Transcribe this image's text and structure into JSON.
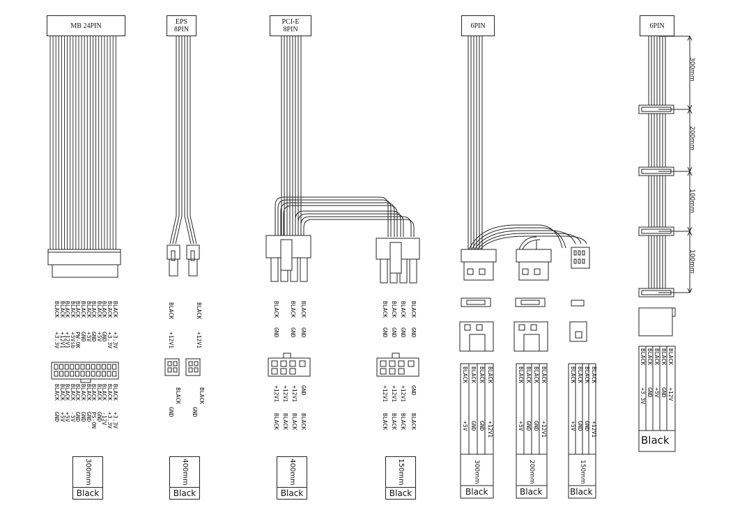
{
  "connectors": {
    "mb24": {
      "title": "MB 24PIN",
      "length": "300mm",
      "color": "Black"
    },
    "eps8": {
      "title_line1": "EPS",
      "title_line2": "8PIN",
      "length": "400mm",
      "color": "Black"
    },
    "pcie8": {
      "title_line1": "PCI-E",
      "title_line2": "8PIN",
      "length": "400mm",
      "color": "Black"
    },
    "pcie_short": {
      "length": "150mm",
      "color": "Black"
    },
    "molex6": {
      "title": "6PIN",
      "lengths": [
        "300mm",
        "200mm",
        "150mm"
      ],
      "color": "Black"
    },
    "sata6": {
      "title": "6PIN",
      "segments": [
        "300mm",
        "200mm",
        "100mm",
        "100mm"
      ],
      "color": "Black"
    }
  },
  "pinouts": {
    "mb24_top_colors": [
      "BLACK",
      "BLACK",
      "BLACK",
      "BLACK",
      "BLACK",
      "BLACK",
      "BLACK",
      "BLACK",
      "BLACK",
      "BLACK",
      "BLACK",
      "BLACK"
    ],
    "mb24_top_signals": [
      "+3.3V",
      "+12V1",
      "+12V1",
      "+5Vsb",
      "PW-OK",
      "GND",
      "+5V",
      "GND",
      "+5V",
      "GND",
      "+3.3V",
      "+3.3V"
    ],
    "mb24_bottom_colors": [
      "BLACK",
      "BLACK",
      "BLACK",
      "BLACK",
      "BLACK",
      "BLACK",
      "BLACK",
      "BLACK",
      "BLACK",
      "BLACK",
      "BLACK",
      "BLACK"
    ],
    "mb24_bottom_signals": [
      "GND",
      "+5V",
      "+5V",
      "-5V",
      "GND",
      "GND",
      "GND",
      "PS-ON",
      "GND",
      "-12V",
      "+3.3V",
      "+3.3V"
    ],
    "eps_top_colors": [
      "BLACK",
      "BLACK"
    ],
    "eps_top_signals": [
      "+12V1",
      "+12V1"
    ],
    "eps_bottom_colors": [
      "BLACK",
      "BLACK"
    ],
    "eps_bottom_signals": [
      "GND",
      "GND"
    ],
    "pcie_top_colors": [
      "BLACK",
      "BLACK",
      "BLACK"
    ],
    "pcie_top_signals": [
      "GND",
      "GND",
      "GND"
    ],
    "pcie_bottom_signals": [
      "+12V1",
      "+12V1",
      "+12V1",
      "GND"
    ],
    "pcie_bottom_colors": [
      "BLACK",
      "BLACK",
      "BLACK",
      "BLACK"
    ],
    "periph_colors": [
      "BLACK",
      "BLACK",
      "BLACK",
      "BLACK"
    ],
    "periph_signals": [
      "+5V",
      "GND",
      "GND",
      "+12V1"
    ],
    "sata_colors": [
      "BLACK",
      "BLACK",
      "BLACK",
      "BLACK",
      "BLACK"
    ],
    "sata_signals": [
      "+3.3V",
      "GND",
      "+5V",
      "GND",
      "+12V"
    ]
  }
}
